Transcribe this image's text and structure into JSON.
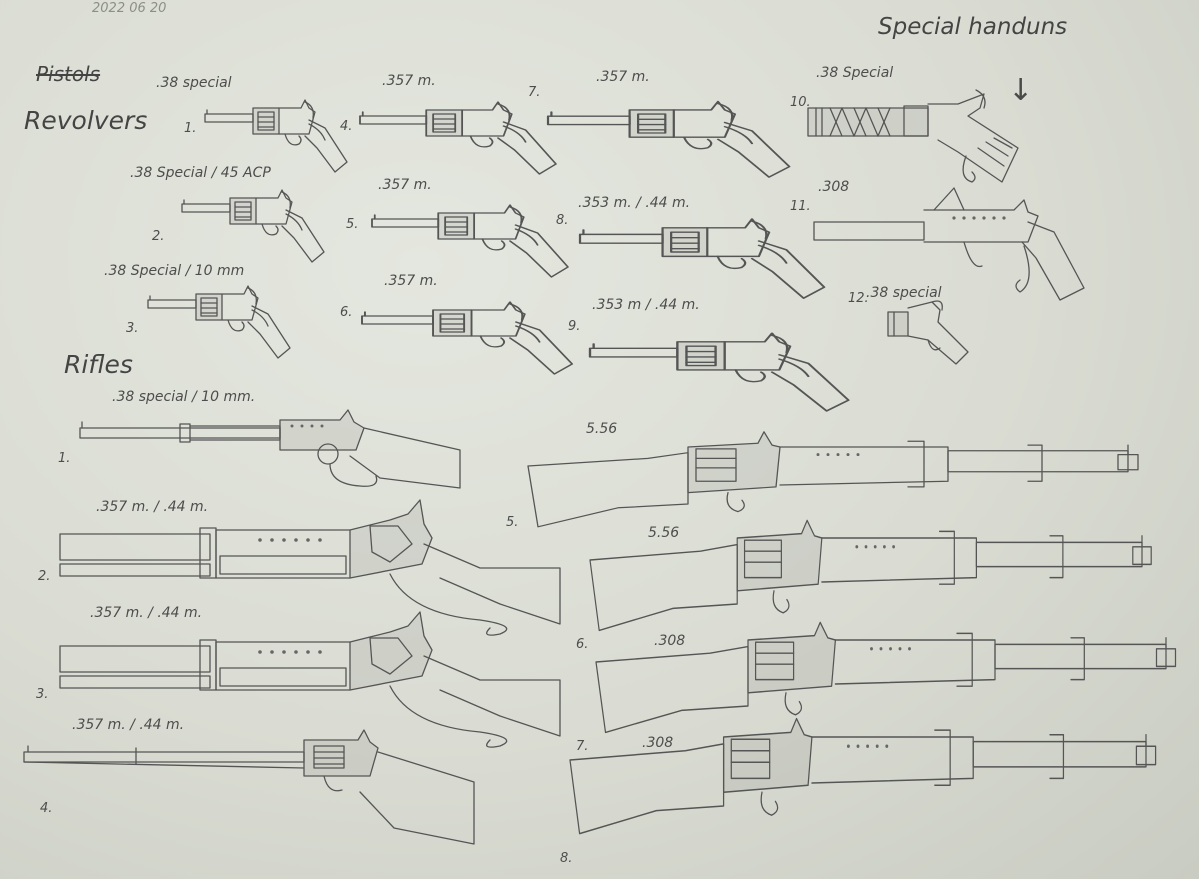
{
  "sheet": {
    "date": "2022 06 20",
    "strike_heading": "Pistols",
    "revolvers_heading": "Revolvers",
    "rifles_heading": "Rifles",
    "special_heading": "Special handuns",
    "arrow_glyph": "↓"
  },
  "revolvers": [
    {
      "num": "1.",
      "caliber": ".38 special"
    },
    {
      "num": "2.",
      "caliber": ".38 Special / 45 ACP"
    },
    {
      "num": "3.",
      "caliber": ".38 Special / 10 mm"
    },
    {
      "num": "4.",
      "caliber": ".357 m."
    },
    {
      "num": "5.",
      "caliber": ".357 m."
    },
    {
      "num": "6.",
      "caliber": ".357 m."
    },
    {
      "num": "7.",
      "caliber": ".357 m."
    },
    {
      "num": "8.",
      "caliber": ".353 m. / .44 m."
    },
    {
      "num": "9.",
      "caliber": ".353 m / .44 m."
    }
  ],
  "special_handguns": [
    {
      "num": "10.",
      "caliber": ".38 Special"
    },
    {
      "num": "11.",
      "caliber": ".308"
    },
    {
      "num": "12.",
      "caliber": ".38 special"
    }
  ],
  "rifles": [
    {
      "num": "1.",
      "caliber": ".38 special / 10 mm."
    },
    {
      "num": "2.",
      "caliber": ".357 m. / .44 m."
    },
    {
      "num": "3.",
      "caliber": ".357 m. / .44 m."
    },
    {
      "num": "4.",
      "caliber": ".357 m. / .44 m."
    },
    {
      "num": "5.",
      "caliber": "5.56"
    },
    {
      "num": "6.",
      "caliber": "5.56"
    },
    {
      "num": "7.",
      "caliber": ".308"
    },
    {
      "num": "8.",
      "caliber": ".308"
    }
  ],
  "colors": {
    "paper": "#dadcd3",
    "pencil": "#555555"
  },
  "icons": [
    "down-arrow-icon",
    "revolver-drawing",
    "rifle-drawing"
  ]
}
